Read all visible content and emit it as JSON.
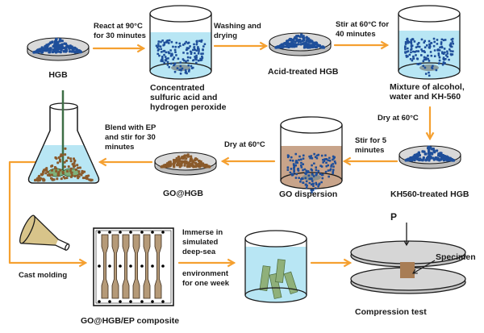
{
  "colors": {
    "arrow": "#f5a030",
    "hgb_particles": "#1f4f9a",
    "go_particles": "#8a5a2b",
    "water": "#b8e6f4",
    "go_liquid": "#c8a48a",
    "dish_fill": "#d9d9d9",
    "dumbbell": "#b59a78",
    "immersed_rods": "#8fb07a",
    "funnel": "#d8c48a",
    "specimen": "#a87d55",
    "platen": "#d6d6d6"
  },
  "nodes": {
    "hgb": "HGB",
    "acid_beaker": [
      "Concentrated",
      "sulfuric acid and",
      "hydrogen peroxide"
    ],
    "acid_treated": "Acid-treated HGB",
    "mixture_beaker": [
      "Mixture of alcohol,",
      "water and KH-560"
    ],
    "kh560_treated": "KH560-treated HGB",
    "go_dispersion": "GO dispersion",
    "go_hgb": "GO@HGB",
    "composite": "GO@HGB/EP composite",
    "compression": "Compression test",
    "load": "P",
    "specimen": "Specimen"
  },
  "steps": {
    "react": [
      "React at 90°C",
      "for 30 minutes"
    ],
    "wash": [
      "Washing and",
      "drying"
    ],
    "stir40": [
      "Stir at 60°C for",
      "40 minutes"
    ],
    "dry1": "Dry at 60°C",
    "stir5": [
      "Stir for 5",
      "minutes"
    ],
    "dry2": "Dry at 60°C",
    "blend": [
      "Blend with EP",
      "and stir for 30",
      "minutes"
    ],
    "cast": "Cast molding",
    "immerse": [
      "Immerse in",
      "simulated",
      "deep-sea",
      "environment",
      "for one week"
    ]
  }
}
